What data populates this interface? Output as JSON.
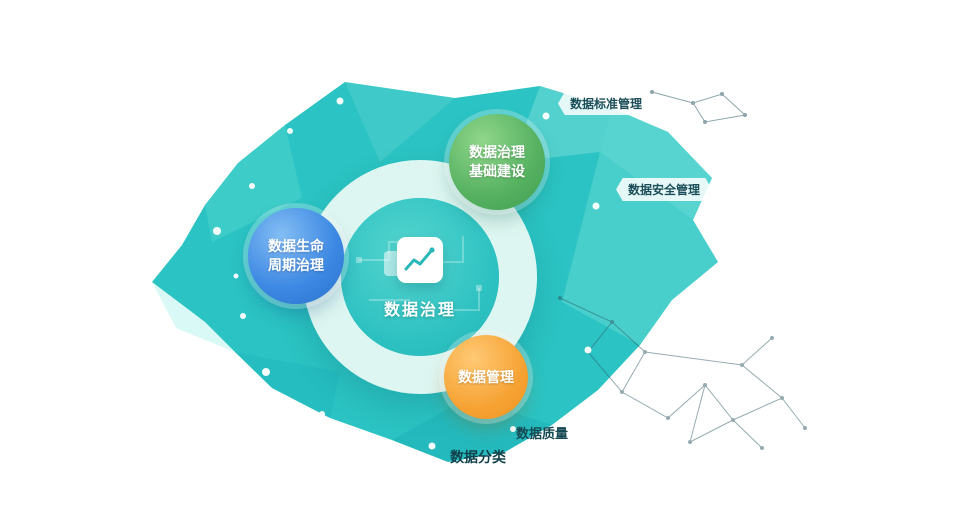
{
  "center": {
    "title": "数据治理",
    "icon": "chart-line-icon"
  },
  "bubbles": [
    {
      "id": "foundation",
      "line1": "数据治理",
      "line2": "基础建设",
      "color": "#55B261"
    },
    {
      "id": "lifecycle",
      "line1": "数据生命",
      "line2": "周期治理",
      "color": "#3C88E3"
    },
    {
      "id": "management",
      "line1": "数据管理",
      "line2": "",
      "color": "#F6A233"
    }
  ],
  "satellite_labels": [
    {
      "id": "standard",
      "text": "数据标准管理"
    },
    {
      "id": "security",
      "text": "数据安全管理"
    },
    {
      "id": "quality",
      "text": "数据质量"
    },
    {
      "id": "classify",
      "text": "数据分类"
    }
  ],
  "colors": {
    "blob_teal": "#2BC3C3",
    "blob_light": "#8FE8DF",
    "ring_mint": "#E6F8F3",
    "network_dark": "#2F5A66",
    "label_text": "#1C4E59"
  }
}
